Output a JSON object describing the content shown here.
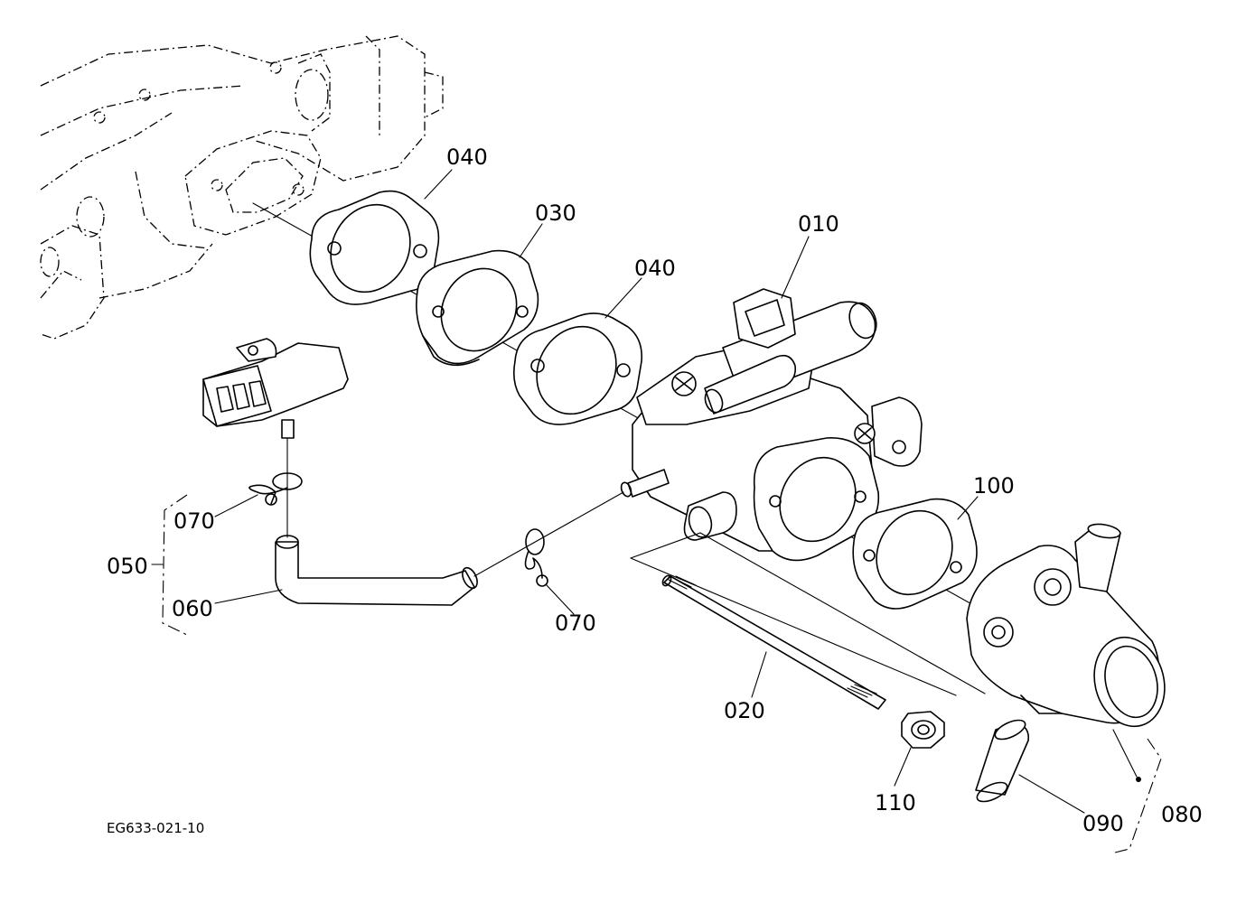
{
  "drawing_code": "EG633-021-10",
  "callouts": [
    {
      "id": "c010",
      "text": "010"
    },
    {
      "id": "c020",
      "text": "020"
    },
    {
      "id": "c030",
      "text": "030"
    },
    {
      "id": "c040a",
      "text": "040"
    },
    {
      "id": "c040b",
      "text": "040"
    },
    {
      "id": "c050",
      "text": "050"
    },
    {
      "id": "c060",
      "text": "060"
    },
    {
      "id": "c070a",
      "text": "070"
    },
    {
      "id": "c070b",
      "text": "070"
    },
    {
      "id": "c080",
      "text": "080"
    },
    {
      "id": "c090",
      "text": "090"
    },
    {
      "id": "c100",
      "text": "100"
    },
    {
      "id": "c110",
      "text": "110"
    }
  ]
}
